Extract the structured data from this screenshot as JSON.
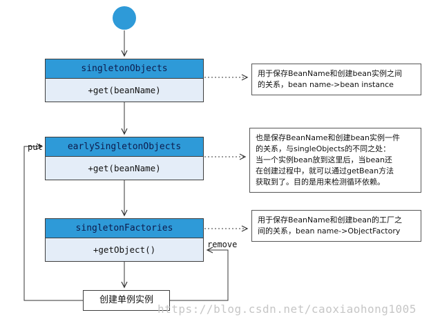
{
  "diagram": {
    "nodes": [
      {
        "title": "singletonObjects",
        "method": "+get(beanName)"
      },
      {
        "title": "earlySingletonObjects",
        "method": "+get(beanName)"
      },
      {
        "title": "singletonFactories",
        "method": "+getObject()"
      }
    ],
    "final_node": {
      "label": "创建单例实例"
    },
    "edges": {
      "put_label": "put",
      "remove_label": "remove"
    },
    "notes": [
      {
        "text": "用于保存BeanName和创建bean实例之间\n的关系，bean name->bean instance"
      },
      {
        "text": "也是保存BeanName和创建bean实例一件\n的关系，与singleObjects的不同之处：\n当一个实例bean放到这里后，当bean还\n在创建过程中，就可以通过getBean方法\n获取到了。目的是用来检测循环依赖。"
      },
      {
        "text": "用于保存BeanName和创建bean的工厂之\n间的关系，bean name->ObjectFactory"
      }
    ],
    "watermark": "https://blog.csdn.net/caoxiaohong1005",
    "colors": {
      "header_blue": "#2e9ad8",
      "body_blue": "#e4edf8"
    }
  }
}
